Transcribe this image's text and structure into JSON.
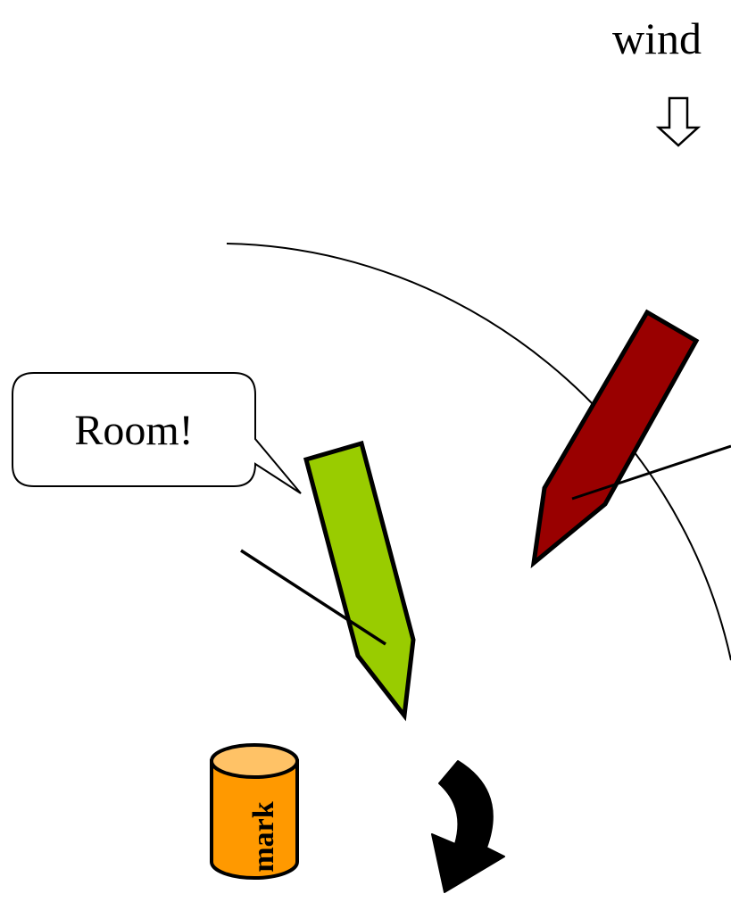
{
  "wind": {
    "label": "wind",
    "arrow_icon": "down-arrow-outline-icon"
  },
  "speech_bubble": {
    "text": "Room!"
  },
  "boats": {
    "green": {
      "fill": "#99CC00"
    },
    "red": {
      "fill": "#990000"
    }
  },
  "mark": {
    "label": "mark",
    "body_fill": "#FF9900",
    "top_fill": "#FFC266"
  },
  "rounding_arrow": {
    "icon": "curved-arrow-icon",
    "color": "#000000"
  }
}
